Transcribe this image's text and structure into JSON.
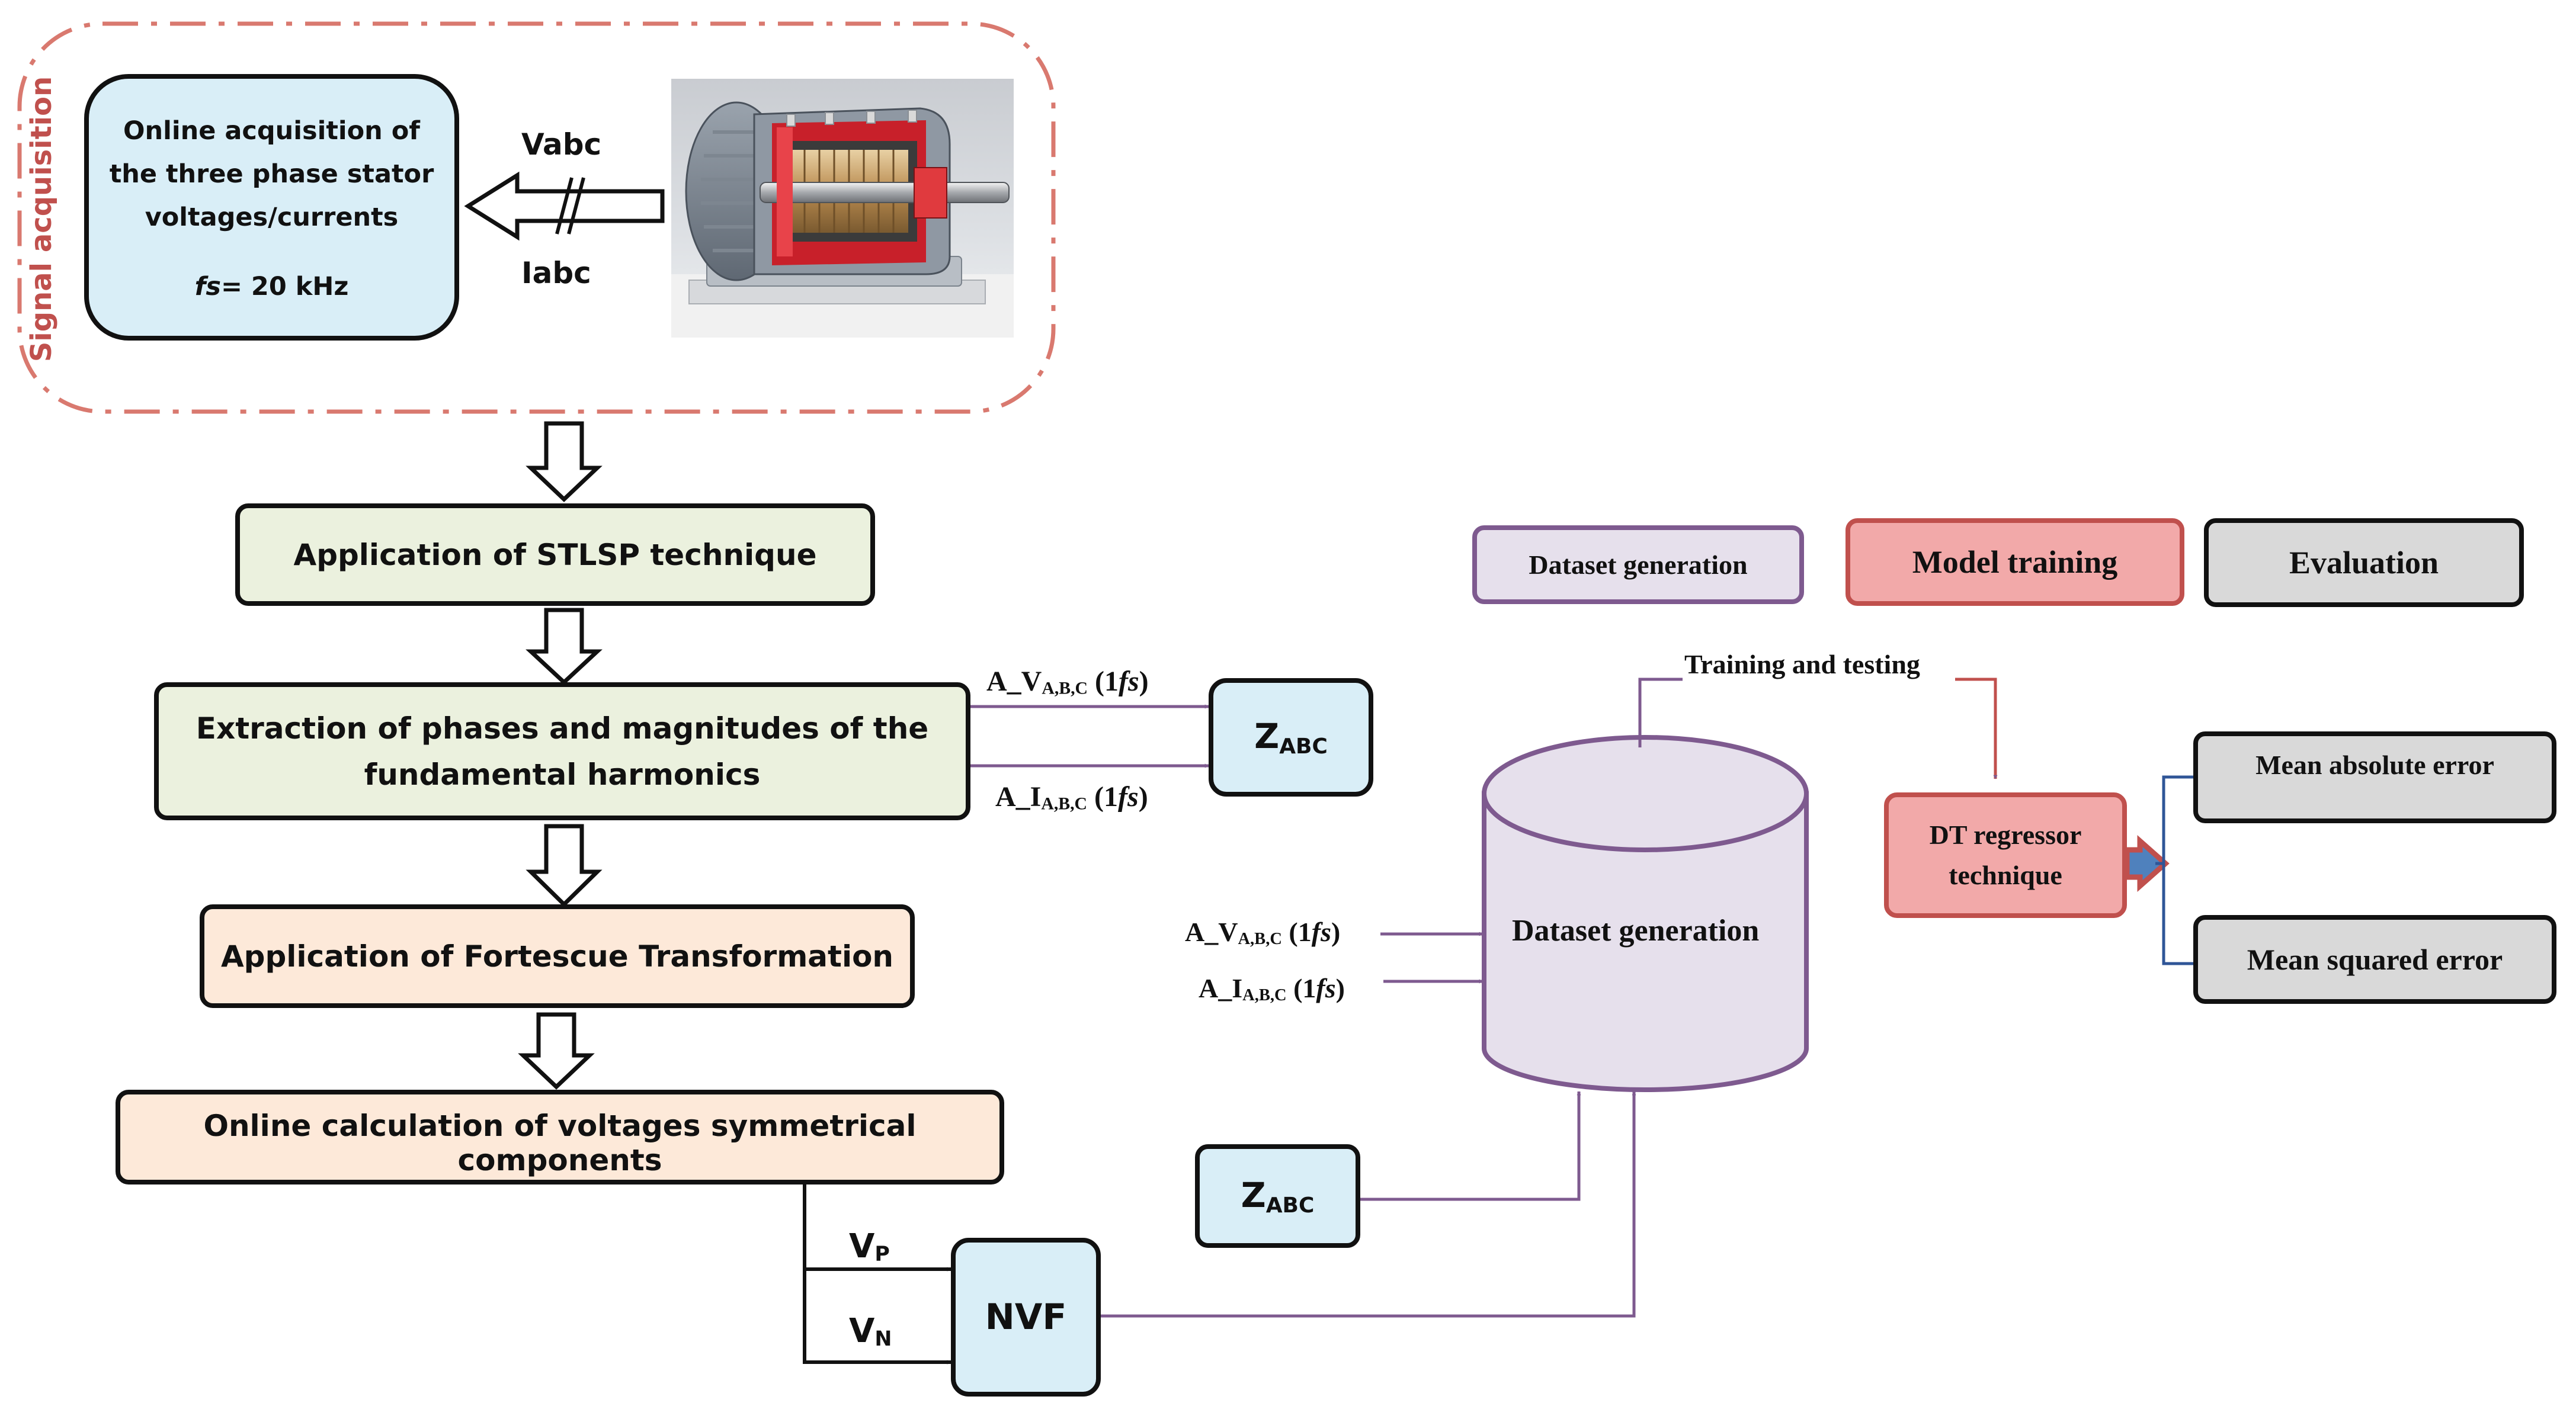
{
  "signal_acquisition": {
    "section_label": "Signal acquisition",
    "acquisition_line1": "Online acquisition of",
    "acquisition_line2": "the three phase stator",
    "acquisition_line3": "voltages/currents",
    "fs_symbol": "fs",
    "fs_value": "= 20 kHz",
    "voltage_label": "Vabc",
    "current_label": "Iabc"
  },
  "pipeline": {
    "stlsp": "Application of STLSP technique",
    "extraction_line1": "Extraction of phases and magnitudes of the",
    "extraction_line2": "fundamental harmonics",
    "fortescue": "Application of Fortescue Transformation",
    "symmetrical": "Online calculation of voltages symmetrical components"
  },
  "signals": {
    "av_prefix": "A_V",
    "ai_prefix": "A_I",
    "abc_sub": "A,B,C",
    "paren_open": " (1",
    "fs_symbol": "fs",
    "paren_close": ")",
    "z_main": "Z",
    "z_sub": "ABC",
    "vp_main": "V",
    "vp_sub": "P",
    "vn_main": "V",
    "vn_sub": "N",
    "nvf": "NVF"
  },
  "legend": {
    "dataset": "Dataset generation",
    "training": "Model training",
    "evaluation": "Evaluation"
  },
  "ml": {
    "dataset_db": "Dataset generation",
    "training_testing": "Training and testing",
    "regressor_line1": "DT regressor",
    "regressor_line2": "technique",
    "mae": "Mean absolute error",
    "mse": "Mean squared error"
  },
  "colors": {
    "acquisition_fill": "#d9eef7",
    "green_fill": "#ebf1de",
    "peach_fill": "#fde9d9",
    "purple_stroke": "#7e5a8f",
    "dataset_fill": "#e6e0ec",
    "training_fill": "#f2a9a9",
    "training_stroke": "#c0504d",
    "evaluation_fill": "#d9d9d9",
    "dashed_border": "#d9796f",
    "blue_connector": "#2f5597"
  }
}
